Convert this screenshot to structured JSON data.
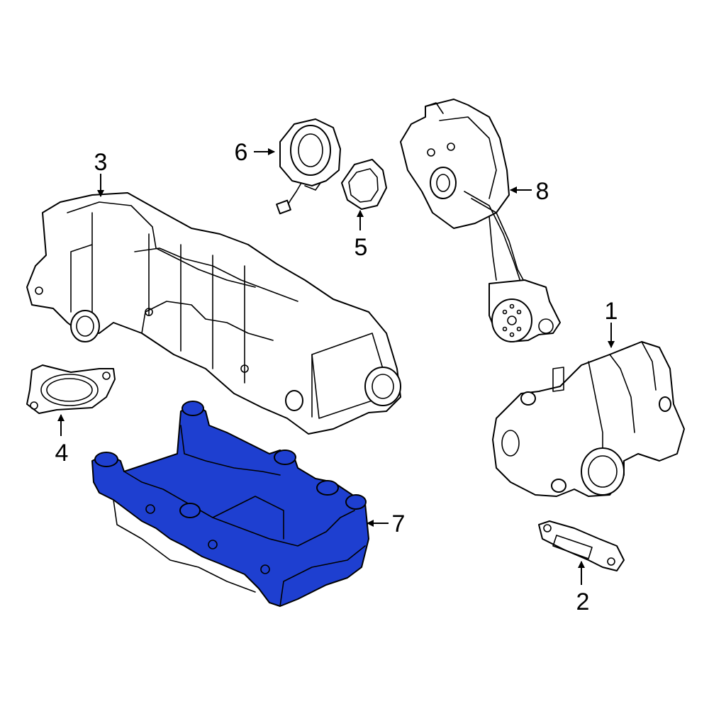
{
  "callouts": [
    {
      "id": "1",
      "label": "1"
    },
    {
      "id": "2",
      "label": "2"
    },
    {
      "id": "3",
      "label": "3"
    },
    {
      "id": "4",
      "label": "4"
    },
    {
      "id": "5",
      "label": "5"
    },
    {
      "id": "6",
      "label": "6"
    },
    {
      "id": "7",
      "label": "7"
    },
    {
      "id": "8",
      "label": "8"
    }
  ],
  "highlighted_part": "7",
  "colors": {
    "highlight": "#1e3fd0",
    "line": "#000000",
    "background": "#ffffff"
  }
}
